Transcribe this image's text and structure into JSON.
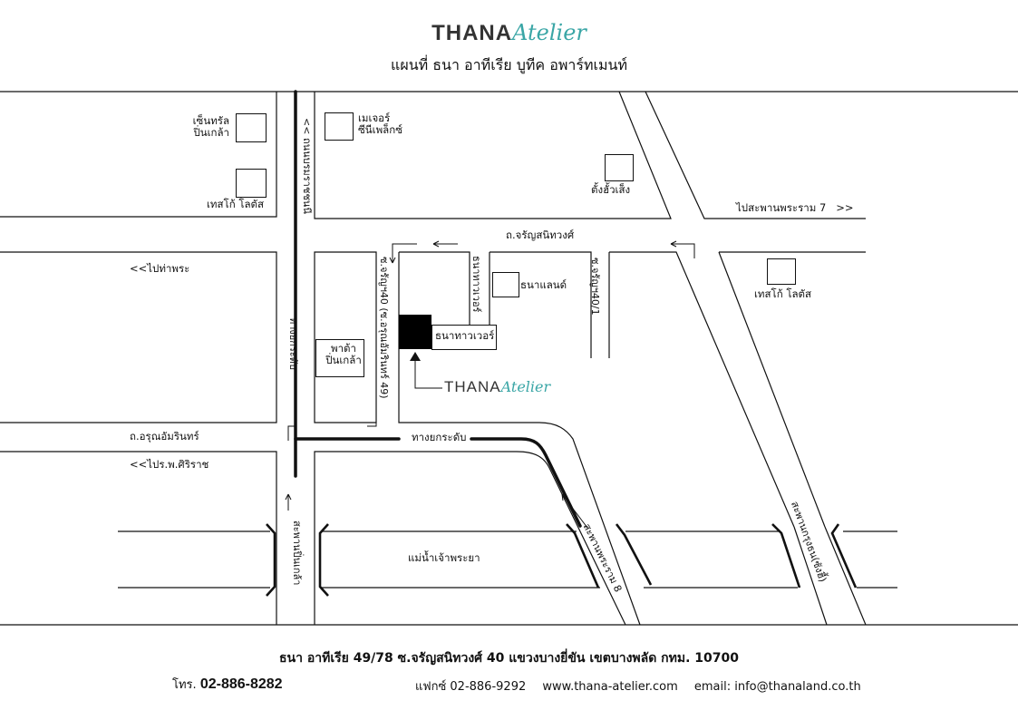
{
  "header": {
    "brand_word": "THANA",
    "brand_script": "Atelier",
    "subtitle": "แผนที่ ธนา อาทีเรีย บูทีค อพาร์ทเมนท์"
  },
  "map": {
    "places": {
      "central_pinklao": [
        "เซ็นทรัล",
        "ปิ่นเกล้า"
      ],
      "tesco_lotus_left": "เทสโก้ โลตัส",
      "major_cineplex": [
        "เมเจอร์",
        "ซีนีเพล็กซ์"
      ],
      "tang_hua_seng": "ตั้งฮั้วเส็ง",
      "thanaland": "ธนาแลนด์",
      "thana_tower": "ธนาทาวเวอร์",
      "pata_pinklao": [
        "พาต้า",
        "ปิ่นเกล้า"
      ],
      "tesco_lotus_right": "เทสโก้ โลตัส",
      "atelier_word": "THANA",
      "atelier_script": "Atelier"
    },
    "roads": {
      "to_rama7": "ไปสะพานพระราม 7",
      "to_rama7_arrow": ">>",
      "to_tha_phra": "<<ไปท่าพระ",
      "charansanitwong": "ถ.จรัญสนิทวงศ์",
      "arun_amarin": "ถ.อรุณอัมรินทร์",
      "to_siriraj": "<<ไปร.พ.ศิริราช",
      "expressway": "ทางยกระดับ",
      "chao_phraya": "แม่น้ำเจ้าพระยา",
      "pinklao_bridge": "สะพานปิ่นเกล้า",
      "rama8_bridge": "สะพานพระราม 8",
      "krung_thon_bridge": "สะพานกรุงธน(ซังฮี้)",
      "pinklao_expressway": "ทางยกระดับ",
      "bromrat_road": "ถนนบรมราชชนนี",
      "bromrat_arrow": "<<",
      "soi40_label": "ซ.จรัญฯ40 (ซ.อรุณอัมรินทร์ 49)",
      "soi40_1_label": "ซ.จรัญฯ40/1",
      "thana_tower_road": "ธนาทาวเวอร์"
    }
  },
  "footer": {
    "address": "ธนา อาทีเรีย 49/78 ซ.จรัญสนิทวงศ์ 40 แขวงบางยี่ขัน เขตบางพลัด กทม. 10700",
    "tel_label": "โทร.",
    "tel": "02-886-8282",
    "fax": "แฟกซ์ 02-886-9292",
    "web": "www.thana-atelier.com",
    "email": "email: info@thanaland.co.th"
  },
  "colors": {
    "ink": "#111111",
    "accent": "#3aa6a6"
  }
}
